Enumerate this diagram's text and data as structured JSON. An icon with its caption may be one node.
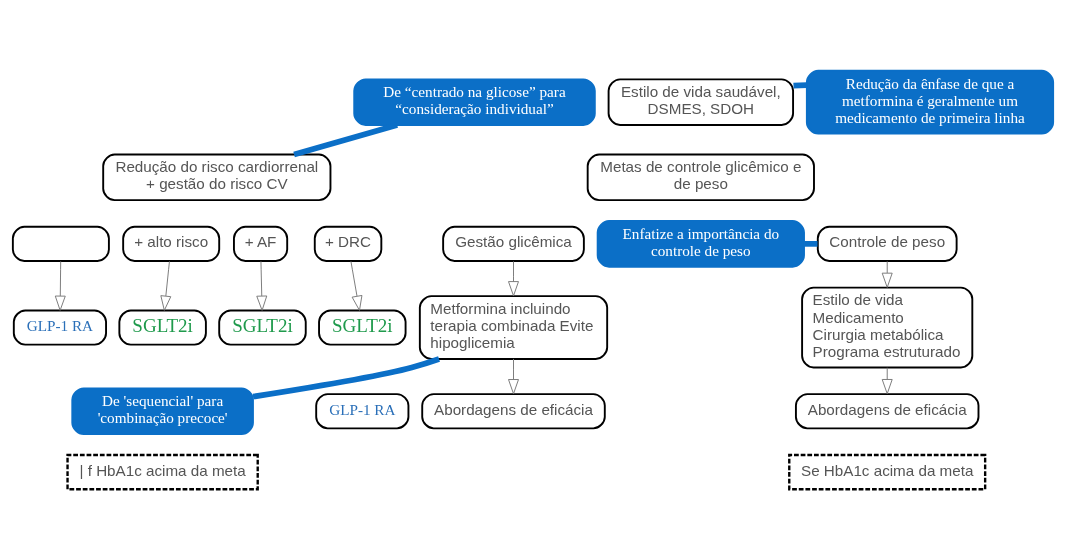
{
  "diagram": {
    "nodes": [
      {
        "text": [
          "De “centrado na glicose” para “consideração individual”"
        ]
      },
      {
        "text": [
          "Estilo de vida saudável, DSMES, SDOH"
        ]
      },
      {
        "text": [
          "Redução do risco cardiorrenal + gestão do risco CV"
        ]
      },
      {
        "text": [
          "Redução da ênfase de que a metformina é geralmente um medicamento de primeira linha"
        ]
      },
      {
        "text": [
          "Metas de controle glicêmico e de peso"
        ]
      },
      {
        "text": [
          "Enfatize a importância do controle de peso"
        ]
      },
      {
        "text": [],
        "shape": "box"
      },
      {
        "text": [
          "+ alto risco"
        ]
      },
      {
        "text": [
          "+ AF"
        ]
      },
      {
        "text": [
          "+ DRC"
        ]
      },
      {
        "text": [
          "GLP-1 RA"
        ]
      },
      {
        "text": [
          "SGLT2i"
        ]
      },
      {
        "text": [
          "SGLT2i"
        ]
      },
      {
        "text": [
          "SGLT2i"
        ]
      },
      {
        "text": [
          "GLP-1 RA"
        ]
      },
      {
        "text": [
          "Gestão glicêmica"
        ]
      },
      {
        "text": [
          "Controle de peso"
        ]
      },
      {
        "text": [
          "Metformina incluindo",
          "terapia combinada Evite",
          "hipoglicemia"
        ]
      },
      {
        "text": [
          "Estilo de vida",
          "Medicamento",
          "Cirurgia metabólica",
          "Programa estruturado"
        ]
      },
      {
        "text": [
          "De 'sequencial' para 'combinação precoce'"
        ]
      },
      {
        "text": [
          "Abordagens de eficácia"
        ]
      },
      {
        "text": [
          "Abordagens de eficácia"
        ]
      },
      {
        "text": [
          "| f HbA1c acima da meta"
        ]
      },
      {
        "text": [
          "Se HbA1c acima da meta"
        ]
      }
    ],
    "edges": [
      {
        "from": 0,
        "to": 2,
        "arrow": "none",
        "style": "thick",
        "color": "#0b6fc7"
      },
      {
        "from": 3,
        "to": 1,
        "arrow": "none",
        "style": "thick",
        "color": "#0b6fc7"
      },
      {
        "from": 5,
        "to": 16,
        "arrow": "none",
        "style": "thick",
        "color": "#0b6fc7"
      },
      {
        "from": 6,
        "to": 10,
        "arrow": "to"
      },
      {
        "from": 7,
        "to": 11,
        "arrow": "to"
      },
      {
        "from": 8,
        "to": 12,
        "arrow": "to"
      },
      {
        "from": 9,
        "to": 13,
        "arrow": "to"
      },
      {
        "from": 15,
        "to": 17,
        "arrow": "to"
      },
      {
        "from": 16,
        "to": 18,
        "arrow": "to"
      },
      {
        "from": 17,
        "to": 20,
        "arrow": "to"
      },
      {
        "from": 18,
        "to": 21,
        "arrow": "to"
      },
      {
        "from": 19,
        "to": 17,
        "arrow": "none",
        "style": "thick",
        "color": "#0b6fc7"
      }
    ]
  }
}
